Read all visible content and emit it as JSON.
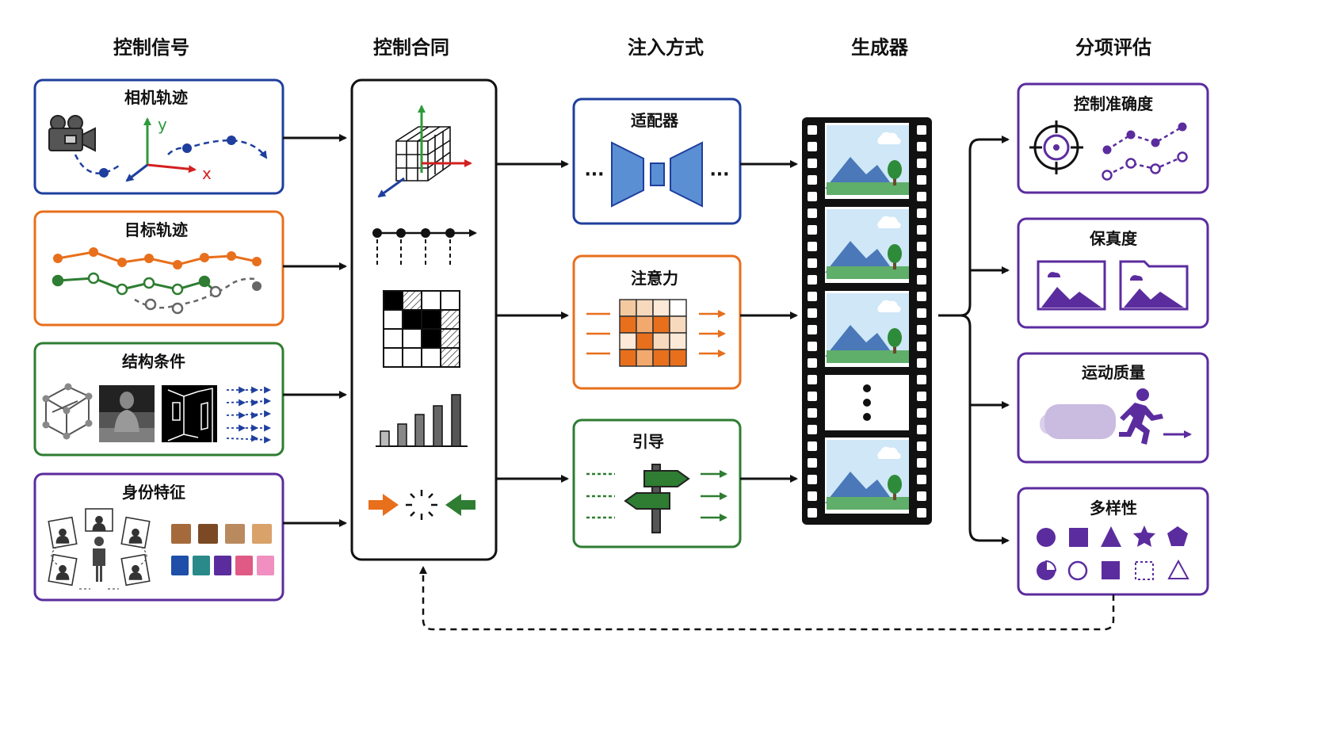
{
  "columns": {
    "signals": "控制信号",
    "contract": "控制合同",
    "injection": "注入方式",
    "generator": "生成器",
    "evaluation": "分项评估"
  },
  "signals": {
    "camera": {
      "title": "相机轨迹",
      "axis_y": "y",
      "axis_x": "x"
    },
    "target": {
      "title": "目标轨迹"
    },
    "structure": {
      "title": "结构条件"
    },
    "identity": {
      "title": "身份特征"
    }
  },
  "injection": {
    "adapter": {
      "title": "适配器",
      "dots": "···"
    },
    "attention": {
      "title": "注意力"
    },
    "guidance": {
      "title": "引导"
    }
  },
  "evaluation": {
    "accuracy": {
      "title": "控制准确度"
    },
    "fidelity": {
      "title": "保真度"
    },
    "motion": {
      "title": "运动质量"
    },
    "diversity": {
      "title": "多样性"
    }
  },
  "colors": {
    "blue": "#1f3f9e",
    "orange": "#e86f1c",
    "green": "#2e7d32",
    "purple": "#5b2c9e",
    "dark": "#111111",
    "adapter_fill": "#5b8fd4",
    "palette_top": [
      "#a56a3c",
      "#7b4a25",
      "#b98a5e",
      "#d9a26a"
    ],
    "palette_bottom": [
      "#1f4fa8",
      "#2a8a8a",
      "#5b2c9e",
      "#e05a86",
      "#f08fc0"
    ]
  },
  "icons": [
    "video-camera-icon",
    "xyz-axes-icon",
    "cube-grid-icon",
    "timeline-icon",
    "attention-matrix-icon",
    "bar-chart-icon",
    "merge-arrows-icon",
    "bowtie-adapter-icon",
    "signpost-icon",
    "target-icon",
    "landscape-icon",
    "running-person-icon",
    "shape-set-icon"
  ]
}
